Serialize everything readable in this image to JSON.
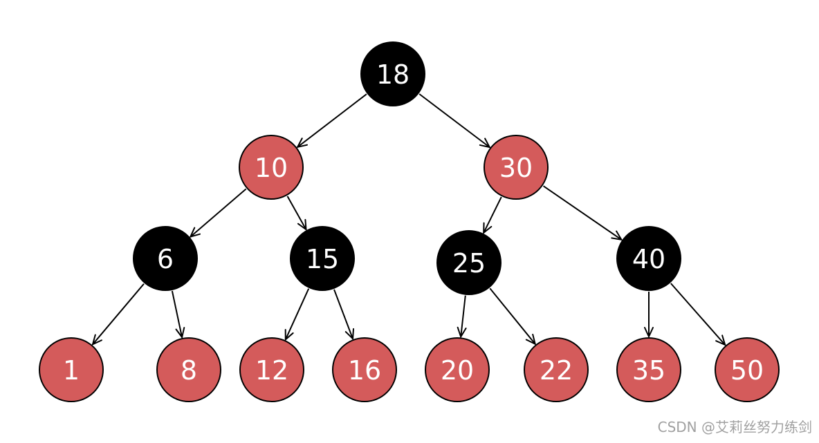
{
  "colors": {
    "red": "#d45b5b",
    "black": "#000000",
    "label": "#ffffff",
    "edge": "#000000"
  },
  "tree": {
    "nodes": [
      {
        "id": "n18",
        "label": "18",
        "color": "black"
      },
      {
        "id": "n10",
        "label": "10",
        "color": "red"
      },
      {
        "id": "n30",
        "label": "30",
        "color": "red"
      },
      {
        "id": "n6",
        "label": "6",
        "color": "black"
      },
      {
        "id": "n15",
        "label": "15",
        "color": "black"
      },
      {
        "id": "n25",
        "label": "25",
        "color": "black"
      },
      {
        "id": "n40",
        "label": "40",
        "color": "black"
      },
      {
        "id": "n1",
        "label": "1",
        "color": "red"
      },
      {
        "id": "n8",
        "label": "8",
        "color": "red"
      },
      {
        "id": "n12",
        "label": "12",
        "color": "red"
      },
      {
        "id": "n16",
        "label": "16",
        "color": "red"
      },
      {
        "id": "n20",
        "label": "20",
        "color": "red"
      },
      {
        "id": "n22",
        "label": "22",
        "color": "red"
      },
      {
        "id": "n35",
        "label": "35",
        "color": "red"
      },
      {
        "id": "n50",
        "label": "50",
        "color": "red"
      }
    ],
    "edges": [
      {
        "from": "n18",
        "to": "n10"
      },
      {
        "from": "n18",
        "to": "n30"
      },
      {
        "from": "n10",
        "to": "n6"
      },
      {
        "from": "n10",
        "to": "n15"
      },
      {
        "from": "n30",
        "to": "n25"
      },
      {
        "from": "n30",
        "to": "n40"
      },
      {
        "from": "n6",
        "to": "n1"
      },
      {
        "from": "n6",
        "to": "n8"
      },
      {
        "from": "n15",
        "to": "n12"
      },
      {
        "from": "n15",
        "to": "n16"
      },
      {
        "from": "n25",
        "to": "n20"
      },
      {
        "from": "n25",
        "to": "n22"
      },
      {
        "from": "n40",
        "to": "n35"
      },
      {
        "from": "n40",
        "to": "n50"
      }
    ]
  },
  "watermark": {
    "text": "CSDN @艾莉丝努力练剑"
  }
}
